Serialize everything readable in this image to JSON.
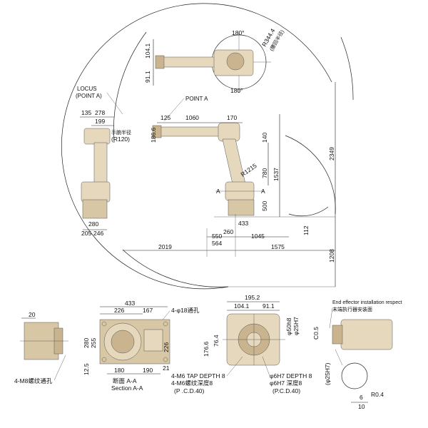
{
  "top_view": {
    "angle_top": "180°",
    "angle_bottom": "180°",
    "radius_label": "R344.4",
    "radius_note": "(腰回半径)",
    "dim_104_1": "104.1",
    "dim_91_1": "91.1"
  },
  "side_view": {
    "locus_label": "LOCUS",
    "point_a_paren": "(POINT A)",
    "point_a_label": "POINT A",
    "dim_135": "135",
    "dim_278": "278",
    "dim_199": "199",
    "wrist_note": "手腕半径",
    "r120": "(R120)",
    "dim_280": "280",
    "dim_205": "205",
    "dim_246": "246",
    "dim_125": "125",
    "dim_1060": "1060",
    "dim_170": "170",
    "dim_186_6": "186.6",
    "dim_140": "140",
    "dim_780": "780",
    "dim_1537": "1537",
    "dim_2349": "2349",
    "r1215": "R1215",
    "dim_500": "500",
    "dim_433": "433",
    "dim_260": "260",
    "dim_550": "550",
    "dim_564": "564",
    "dim_1045": "1045",
    "dim_2019": "2019",
    "dim_1575": "1575",
    "dim_112": "112",
    "dim_1208": "1208",
    "section_a": "A"
  },
  "bottom_views": {
    "dim_20": "20",
    "dim_280": "280",
    "dim_12_5": "12.5",
    "hole_note_4m8": "4-M8螺纹通孔",
    "dim_433": "433",
    "dim_226": "226",
    "dim_167": "167",
    "phi18_note": "4-φ18通孔",
    "dim_255": "255",
    "dim_226_side": "226",
    "dim_180": "180",
    "dim_190": "190",
    "dim_21": "21",
    "section_cn": "断面 A-A",
    "section_en": "Section A-A",
    "dim_195_2": "195.2",
    "dim_104_1": "104.1",
    "dim_91_1": "91.1",
    "dim_176_6": "176.6",
    "dim_76_4": "76.4",
    "phi50": "φ50h8",
    "phi25": "φ25H7",
    "tap_en": "4-M6 TAP DEPTH 8",
    "tap_cn": "4-M6螺纹深度8",
    "pcd_a": "(P  .C.D.40)",
    "phi6_en": "φ6H7 DEPTH 8",
    "phi6_cn": "φ6H7 深度8",
    "pcd_b": "(P.C.D.40)",
    "effector_en": "End effector installation respect",
    "effector_cn": "末端执行器安装面",
    "c0_5": "C0.5",
    "phi25_paren": "(φ25H7)",
    "r0_4": "R0.4",
    "dim_10": "10",
    "dim_6": "6"
  }
}
